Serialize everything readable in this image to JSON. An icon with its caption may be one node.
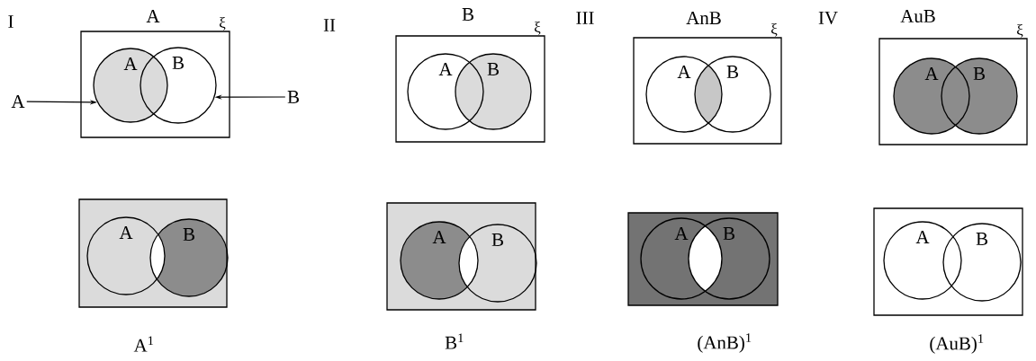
{
  "diagram": {
    "nodes": [
      {
        "text": [
          "A",
          "ξ"
        ]
      },
      {
        "text": [
          "A"
        ],
        "in": 0
      },
      {
        "text": [
          "B"
        ],
        "in": 0
      },
      {
        "text": [
          "A"
        ]
      },
      {
        "text": [
          "B"
        ]
      },
      {
        "text": [
          "B",
          "ξ"
        ]
      },
      {
        "text": [
          "A"
        ],
        "in": 5
      },
      {
        "text": [
          "B"
        ],
        "in": 5
      },
      {
        "text": [
          "AnB",
          "ξ"
        ]
      },
      {
        "text": [
          "A"
        ],
        "in": 8
      },
      {
        "text": [
          "B"
        ],
        "in": 8
      },
      {
        "text": [
          "AuB",
          "ξ"
        ]
      },
      {
        "text": [
          "A"
        ],
        "in": 11
      },
      {
        "text": [
          "B"
        ],
        "in": 11
      },
      {
        "text": [],
        "shape": "box",
        "beside": [
          "A$^{1}$"
        ]
      },
      {
        "text": [
          "A"
        ],
        "in": 14
      },
      {
        "text": [
          "B"
        ],
        "in": 14
      },
      {
        "text": [],
        "shape": "box",
        "beside": [
          "B$^{1}$"
        ]
      },
      {
        "text": [
          "A"
        ],
        "in": 17
      },
      {
        "text": [
          "B"
        ],
        "in": 17
      },
      {
        "text": [],
        "shape": "box",
        "beside": [
          "(AnB)$^{1}$"
        ]
      },
      {
        "text": [
          "A"
        ],
        "in": 20
      },
      {
        "text": [
          "B"
        ],
        "in": 20
      },
      {
        "text": [],
        "shape": "box",
        "beside": [
          "(AuB)$^{1}$"
        ]
      },
      {
        "text": [
          "A"
        ],
        "in": 23
      },
      {
        "text": [
          "B"
        ],
        "in": 23
      }
    ],
    "edges": [
      {
        "from": 3,
        "to": 1,
        "arrow": "to"
      },
      {
        "from": 4,
        "to": 2,
        "arrow": "to"
      }
    ],
    "labels": [
      "I",
      "II",
      "III",
      "IV"
    ]
  }
}
